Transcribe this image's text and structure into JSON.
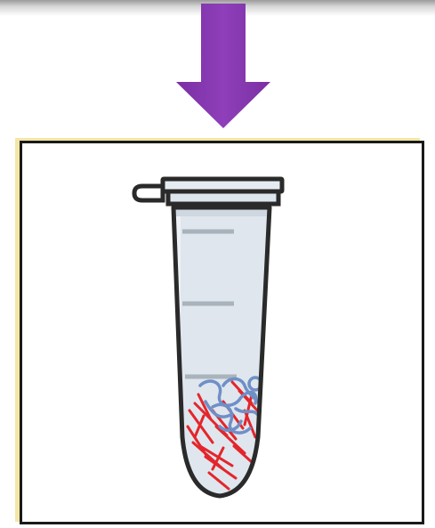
{
  "diagram": {
    "arrow": {
      "direction": "down",
      "color": "#7b2fa3",
      "color_light": "#8e3fb9"
    },
    "panel": {
      "border_color": "#1a1a1a",
      "accent_color": "#f3e6a6"
    },
    "tube": {
      "type": "microcentrifuge-tube",
      "liquid_color": "#dfe6ee",
      "outline_color": "#2a2a2a",
      "graduation_color": "#a9b3bb",
      "graduation_marks": 3
    },
    "pellet": {
      "red_fragments_color": "#e3262b",
      "blue_strands_color": "#6f8fc7"
    }
  }
}
